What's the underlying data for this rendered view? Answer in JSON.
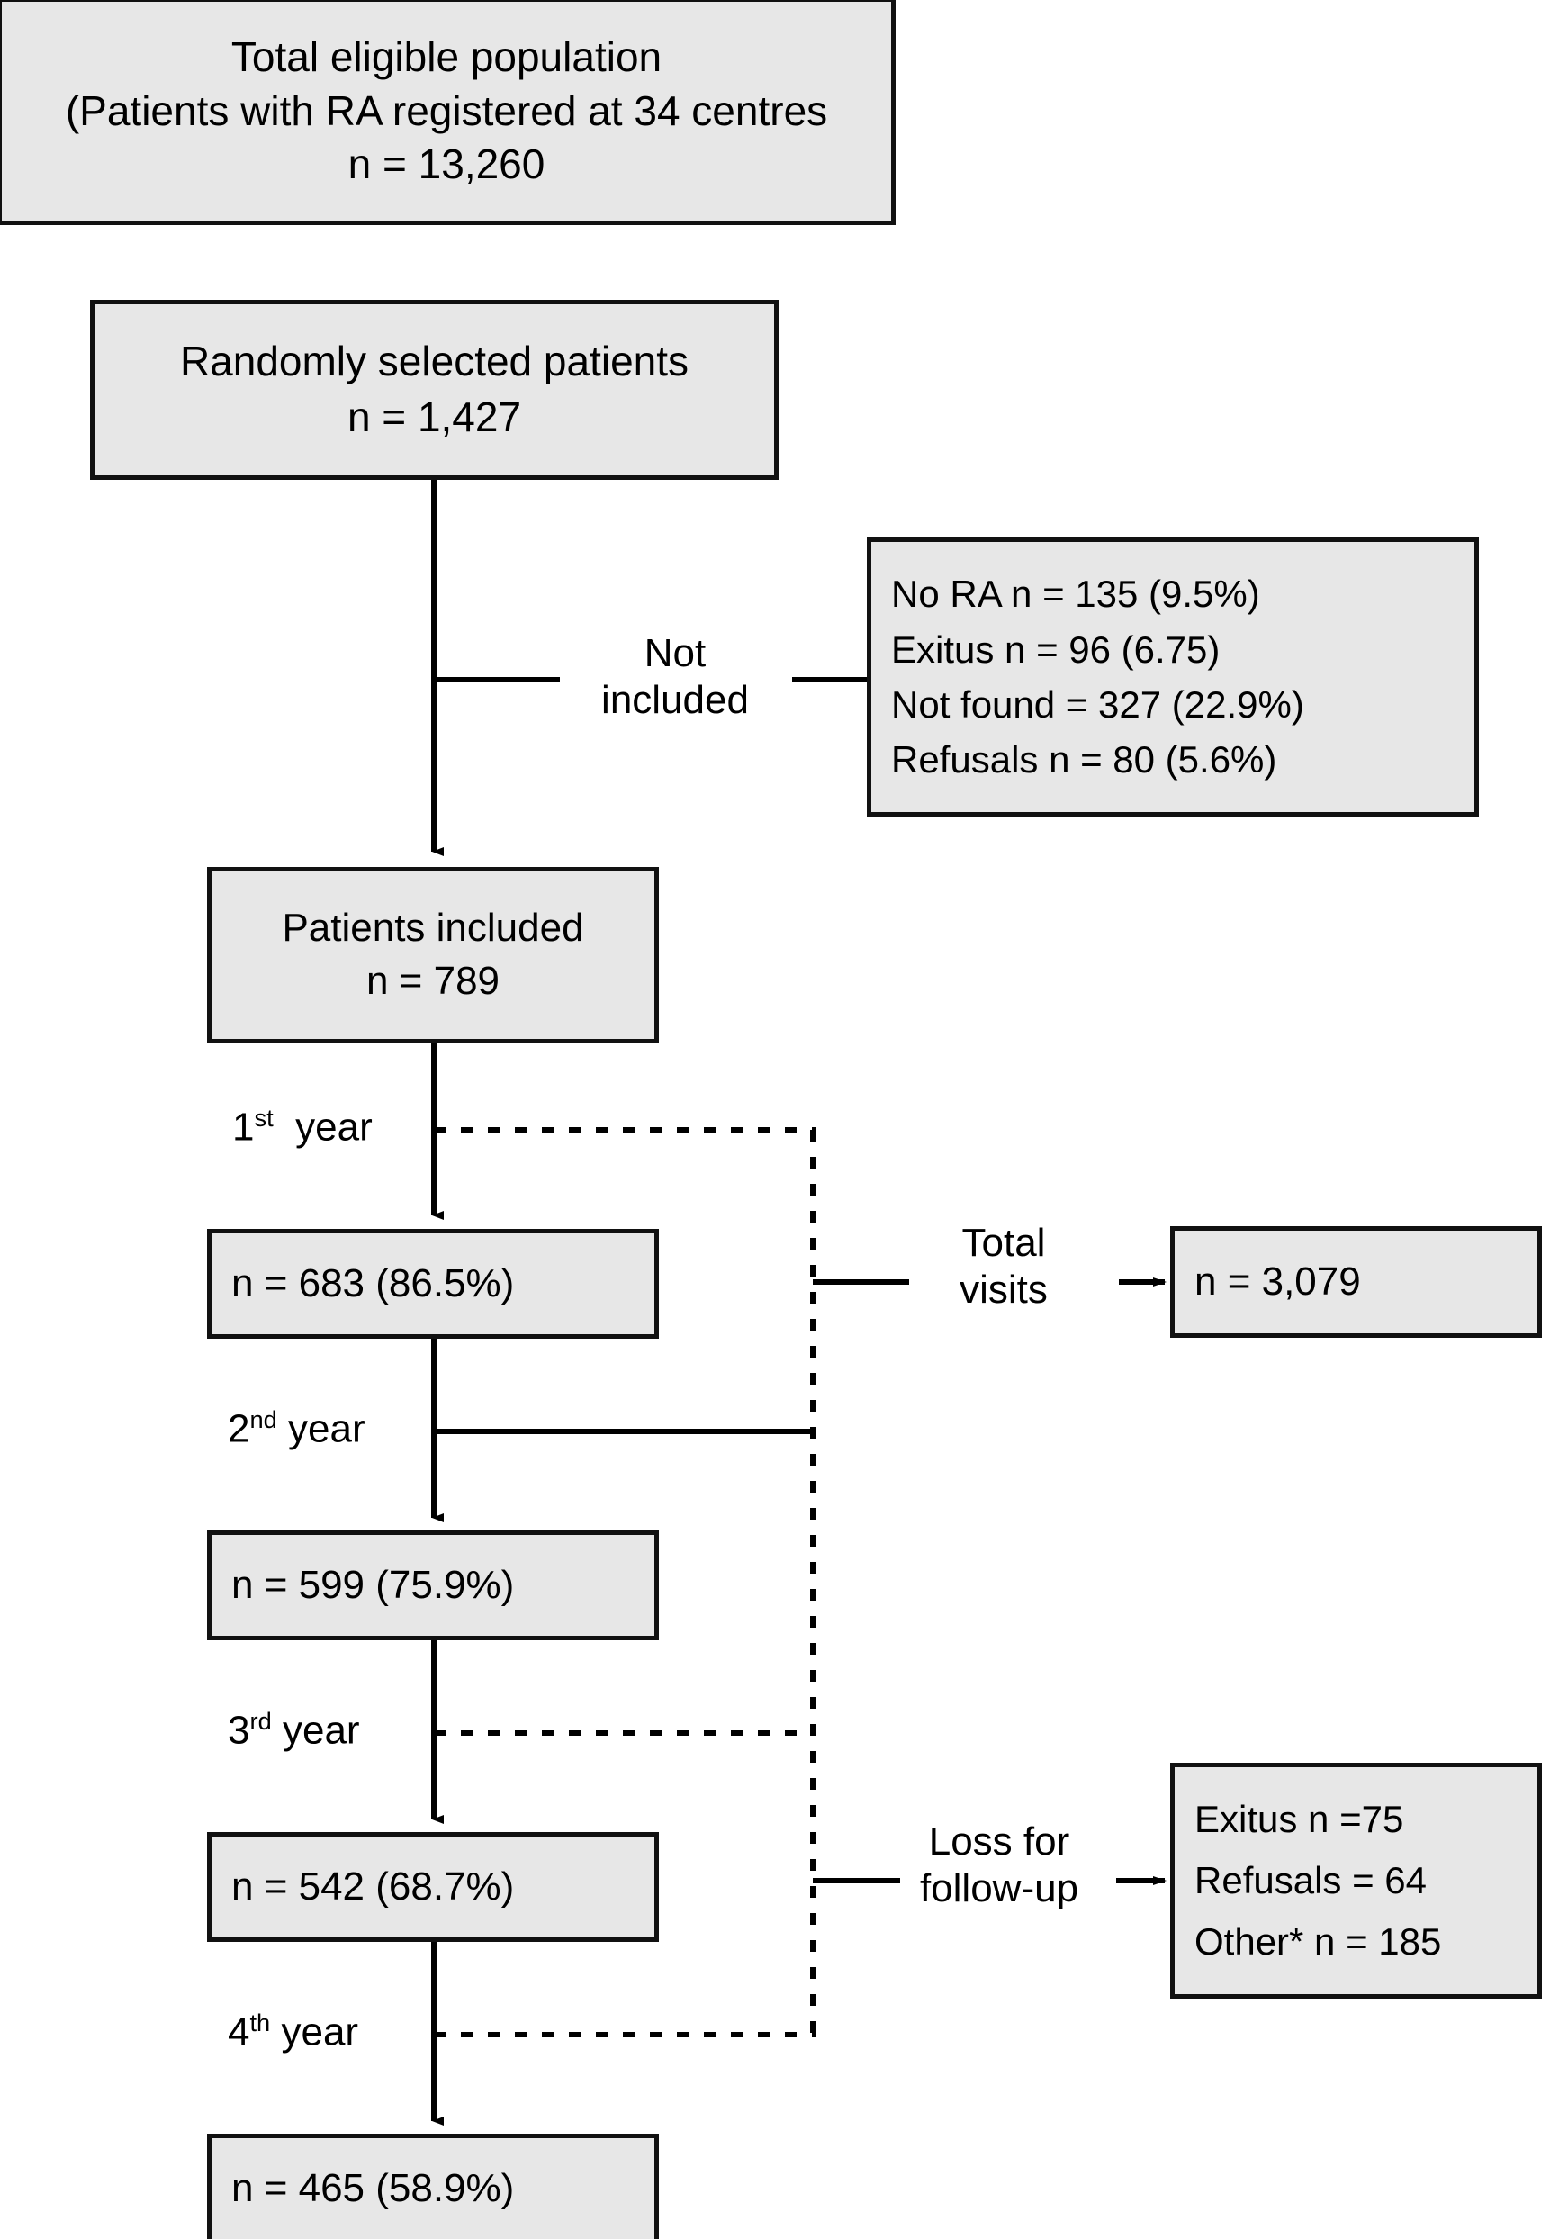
{
  "figure": {
    "type": "flowchart",
    "description": "Patient recruitment and follow-up flow diagram for a rheumatoid arthritis cohort"
  },
  "nodes": {
    "total_eligible": {
      "lines": [
        "Total eligible population",
        "(Patients with RA registered at 34 centres",
        "n = 13,260"
      ]
    },
    "randomly_selected": {
      "lines": [
        "Randomly selected patients",
        "n = 1,427"
      ]
    },
    "not_included": {
      "lines": [
        "No RA n = 135 (9.5%)",
        "Exitus n = 96 (6.75)",
        "Not found = 327 (22.9%)",
        "Refusals n = 80 (5.6%)"
      ]
    },
    "patients_included": {
      "lines": [
        "Patients included",
        "n = 789"
      ]
    },
    "year1": {
      "lines": [
        "n = 683 (86.5%)"
      ]
    },
    "year2": {
      "lines": [
        "n = 599 (75.9%)"
      ]
    },
    "year3": {
      "lines": [
        "n = 542 (68.7%)"
      ]
    },
    "year4": {
      "lines": [
        "n = 465 (58.9%)"
      ]
    },
    "total_visits": {
      "lines": [
        "n = 3,079"
      ]
    },
    "loss_followup": {
      "lines": [
        "Exitus n =75",
        "Refusals = 64",
        "Other* n = 185"
      ]
    }
  },
  "edge_labels": {
    "not_included": {
      "line1": "Not",
      "line2": "included"
    },
    "total_visits": {
      "line1": "Total",
      "line2": "visits"
    },
    "loss_followup": {
      "line1": "Loss for",
      "line2": "follow-up"
    }
  },
  "year_labels": {
    "y1": {
      "ordinal": "1",
      "sup": "st",
      "word": "year"
    },
    "y2": {
      "ordinal": "2",
      "sup": "nd",
      "word": "year"
    },
    "y3": {
      "ordinal": "3",
      "sup": "rd",
      "word": "year"
    },
    "y4": {
      "ordinal": "4",
      "sup": "th",
      "word": "year"
    }
  },
  "chart_data": {
    "type": "flowchart",
    "title": "Study flow diagram",
    "stages": [
      {
        "label": "Total eligible population (Patients with RA registered at 34 centres",
        "n": 13260
      },
      {
        "label": "Randomly selected patients",
        "n": 1427
      },
      {
        "label": "Patients included",
        "n": 789,
        "percent": null
      },
      {
        "label": "1st year",
        "n": 683,
        "percent": 86.5
      },
      {
        "label": "2nd year",
        "n": 599,
        "percent": 75.9
      },
      {
        "label": "3rd year",
        "n": 542,
        "percent": 68.7
      },
      {
        "label": "4th year",
        "n": 465,
        "percent": 58.9
      }
    ],
    "exclusions": {
      "label": "Not included",
      "items": [
        {
          "reason": "No RA",
          "n": 135,
          "percent": 9.5
        },
        {
          "reason": "Exitus",
          "n": 96,
          "percent": 6.75
        },
        {
          "reason": "Not found",
          "n": 327,
          "percent": 22.9
        },
        {
          "reason": "Refusals",
          "n": 80,
          "percent": 5.6
        }
      ]
    },
    "loss_to_followup": {
      "label": "Loss for follow-up",
      "items": [
        {
          "reason": "Exitus",
          "n": 75
        },
        {
          "reason": "Refusals",
          "n": 64
        },
        {
          "reason": "Other*",
          "n": 185
        }
      ]
    },
    "total_visits": {
      "label": "Total visits",
      "n": 3079
    }
  },
  "colors": {
    "node_fill": "#e7e7e7",
    "node_border": "#111111",
    "line": "#000000",
    "background": "#ffffff"
  }
}
